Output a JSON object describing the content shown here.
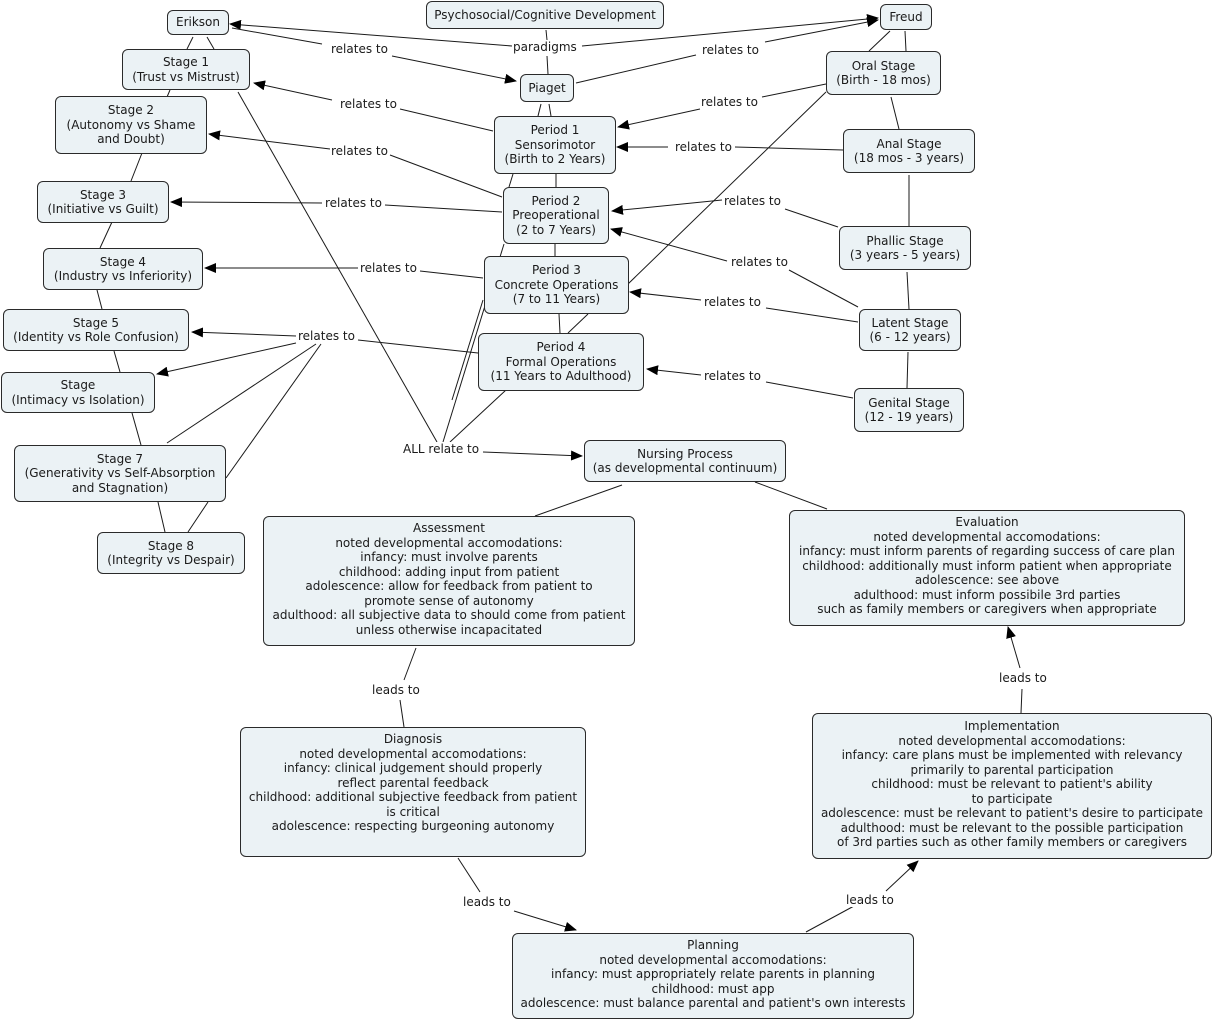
{
  "nodes": {
    "erikson": "Erikson",
    "psychosocial": "Psychosocial/Cognitive Development",
    "freud": "Freud",
    "piaget": "Piaget",
    "stage1": "Stage 1\n(Trust vs Mistrust)",
    "stage2": "Stage 2\n(Autonomy vs Shame\nand Doubt)",
    "stage3": "Stage 3\n(Initiative vs Guilt)",
    "stage4": "Stage 4\n(Industry vs Inferiority)",
    "stage5": "Stage 5\n(Identity vs Role Confusion)",
    "stage6": "Stage\n(Intimacy vs Isolation)",
    "stage7": "Stage 7\n(Generativity vs Self-Absorption\nand Stagnation)",
    "stage8": "Stage 8\n(Integrity vs Despair)",
    "period1": "Period 1\nSensorimotor\n(Birth to 2 Years)",
    "period2": "Period 2\nPreoperational\n(2 to 7 Years)",
    "period3": "Period 3\nConcrete Operations\n(7 to 11 Years)",
    "period4": "Period 4\nFormal Operations\n(11 Years to Adulthood)",
    "oral": "Oral Stage\n(Birth - 18 mos)",
    "anal": "Anal Stage\n(18 mos - 3 years)",
    "phallic": "Phallic Stage\n(3 years - 5 years)",
    "latent": "Latent Stage\n(6 - 12 years)",
    "genital": "Genital Stage\n(12 - 19 years)",
    "nursing": "Nursing Process\n(as developmental continuum)",
    "assessment": "Assessment\nnoted developmental accomodations:\ninfancy: must involve parents\nchildhood: adding input from patient\nadolescence: allow for feedback from patient to\npromote sense of autonomy\nadulthood: all subjective data to should come from patient\nunless otherwise incapacitated",
    "evaluation": "Evaluation\nnoted developmental accomodations:\ninfancy: must inform parents of regarding success of care plan\nchildhood: additionally must inform patient when appropriate\nadolescence: see above\nadulthood: must inform possibile 3rd parties\nsuch as family members or caregivers when appropriate",
    "diagnosis": "Diagnosis\nnoted developmental accomodations:\ninfancy: clinical judgement should properly\nreflect parental feedback\nchildhood: additional subjective feedback from patient\nis critical\nadolescence: respecting burgeoning autonomy",
    "implementation": "Implementation\nnoted developmental accomodations:\ninfancy: care plans must be implemented with relevancy\nprimarily to parental participation\nchildhood: must be relevant to patient's ability\nto participate\nadolescence: must be relevant to patient's desire to participate\nadulthood: must be relevant to the possible participation\nof 3rd parties such as other family members or caregivers",
    "planning": "Planning\nnoted developmental accomodations:\ninfancy: must appropriately relate parents in planning\nchildhood: must app\nadolescence: must balance parental and patient's own interests"
  },
  "labels": {
    "paradigms": "paradigms",
    "relates_to": "relates to",
    "all_relate_to": "ALL relate to",
    "leads_to": "leads to"
  },
  "colors": {
    "node_fill": "#ebf2f5",
    "node_border": "#2a2a2a",
    "line": "#1a1a1a"
  }
}
